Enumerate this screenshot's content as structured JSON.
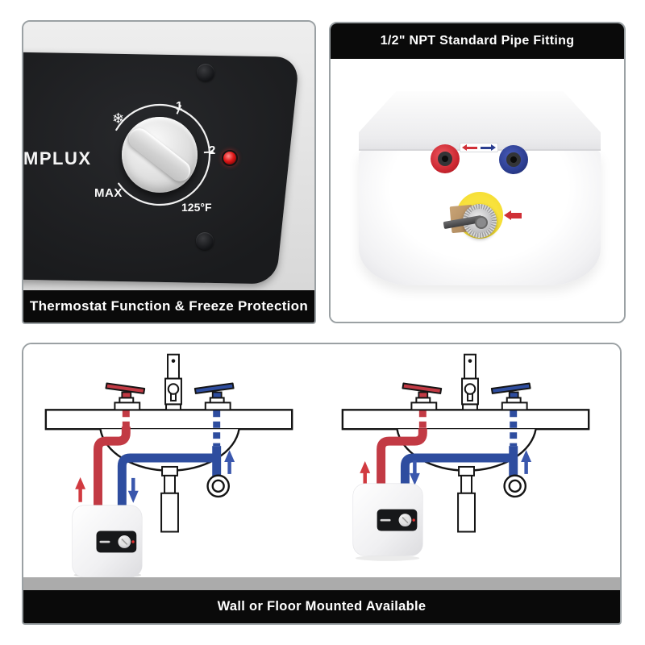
{
  "panels": {
    "thermostat": {
      "caption": "Thermostat Function & Freeze Protection",
      "logo_text": "MPLUX",
      "dial_labels": {
        "freeze": "❄",
        "level_1": "1",
        "level_2": "2",
        "max": "MAX",
        "max_temp": "125°F"
      }
    },
    "fitting": {
      "caption": "1/2\" NPT Standard Pipe Fitting"
    },
    "mounting": {
      "caption": "Wall or Floor Mounted Available"
    }
  },
  "colors": {
    "caption_bar": "#0a0a0a",
    "panel_black": "#1a1b1d",
    "led": "#e01818",
    "hot_water": "#c23a44",
    "cold_water": "#2e4d9f",
    "arrow_hot": "#d13a40",
    "arrow_cold": "#3a57ad",
    "fitting_hot": "#cb2630",
    "fitting_cold": "#2b3d8f",
    "drain_cap_yellow": "#f2d82a",
    "floor": "#ababab"
  }
}
